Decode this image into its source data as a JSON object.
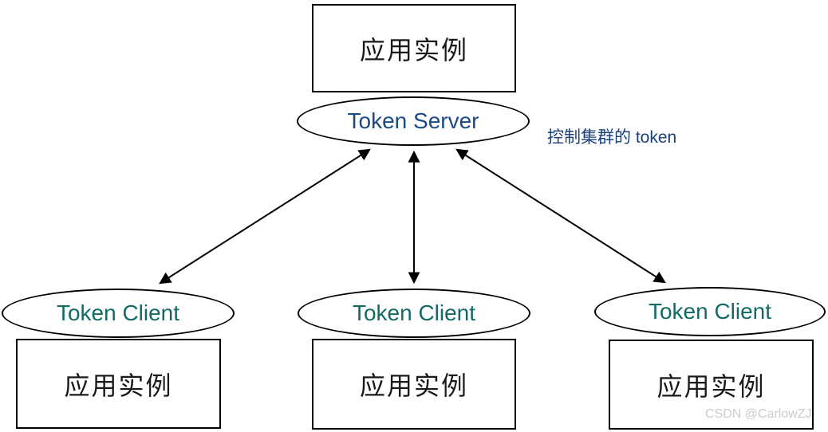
{
  "diagram": {
    "top_box": {
      "label": "应用实例"
    },
    "token_server": {
      "label": "Token Server"
    },
    "annotation": {
      "label": "控制集群的 token"
    },
    "clients": [
      {
        "ellipse_label": "Token Client",
        "box_label": "应用实例"
      },
      {
        "ellipse_label": "Token Client",
        "box_label": "应用实例"
      },
      {
        "ellipse_label": "Token Client",
        "box_label": "应用实例"
      }
    ],
    "watermark": "CSDN @CarlowZJ",
    "colors": {
      "server_text": "#1a4a85",
      "client_text": "#116a66",
      "annotation_text": "#1b4079",
      "stroke": "#000000",
      "watermark_text": "#cccccc",
      "background": "#ffffff"
    }
  }
}
